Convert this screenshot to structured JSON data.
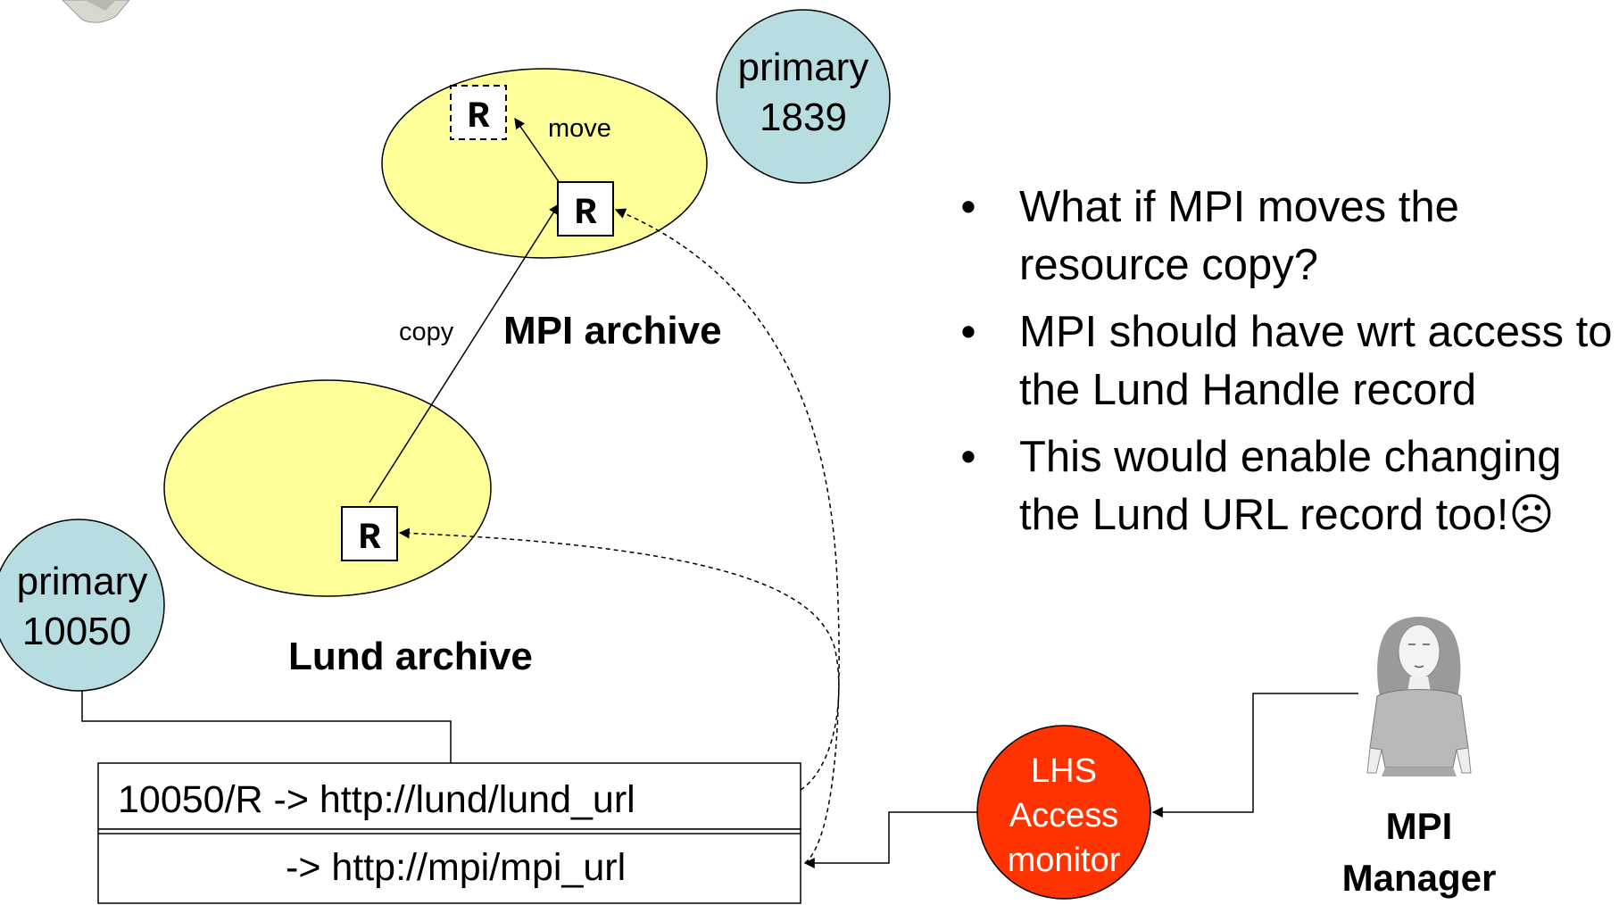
{
  "nodes": {
    "primary_top": {
      "line1": "primary",
      "line2": "1839"
    },
    "primary_left": {
      "line1": "primary",
      "line2": "10050"
    },
    "lhs": {
      "line1": "LHS",
      "line2": "Access",
      "line3": "monitor"
    },
    "resource_glyph": "R"
  },
  "labels": {
    "move": "move",
    "copy": "copy",
    "mpi_archive": "MPI archive",
    "lund_archive": "Lund archive",
    "mpi_manager_line1": "MPI",
    "mpi_manager_line2": "Manager"
  },
  "record": {
    "row1": "10050/R -> http://lund/lund_url",
    "row2": "-> http://mpi/mpi_url"
  },
  "bullets": [
    {
      "marker": "•",
      "text": "What if MPI moves the resource copy?"
    },
    {
      "marker": "•",
      "text": "MPI should have wrt access to the Lund Handle record"
    },
    {
      "marker": "•",
      "text": "This would enable changing the Lund URL record  too!☹"
    }
  ],
  "colors": {
    "archive_fill": "#ffff99",
    "primary_fill": "#b7dde0",
    "lhs_fill": "#ff3300",
    "lhs_text": "#ffffff"
  }
}
